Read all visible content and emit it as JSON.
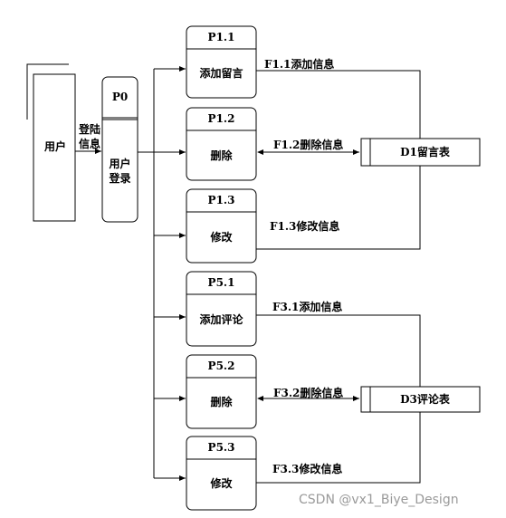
{
  "entity": {
    "label": "用户"
  },
  "login_flow": {
    "line1": "登陆",
    "line2": "信息"
  },
  "p0": {
    "id": "P0",
    "line1": "用户",
    "line2": "登录"
  },
  "processes": [
    {
      "id": "P1.1",
      "name": "添加留言"
    },
    {
      "id": "P1.2",
      "name": "删除"
    },
    {
      "id": "P1.3",
      "name": "修改"
    },
    {
      "id": "P5.1",
      "name": "添加评论"
    },
    {
      "id": "P5.2",
      "name": "删除"
    },
    {
      "id": "P5.3",
      "name": "修改"
    }
  ],
  "flows": [
    "F1.1添加信息",
    "F1.2删除信息",
    "F1.3修改信息",
    "F3.1添加信息",
    "F3.2删除信息",
    "F3.3修改信息"
  ],
  "stores": [
    {
      "label": "D1留言表"
    },
    {
      "label": "D3评论表"
    }
  ],
  "watermark": "CSDN @vx1_Biye_Design"
}
